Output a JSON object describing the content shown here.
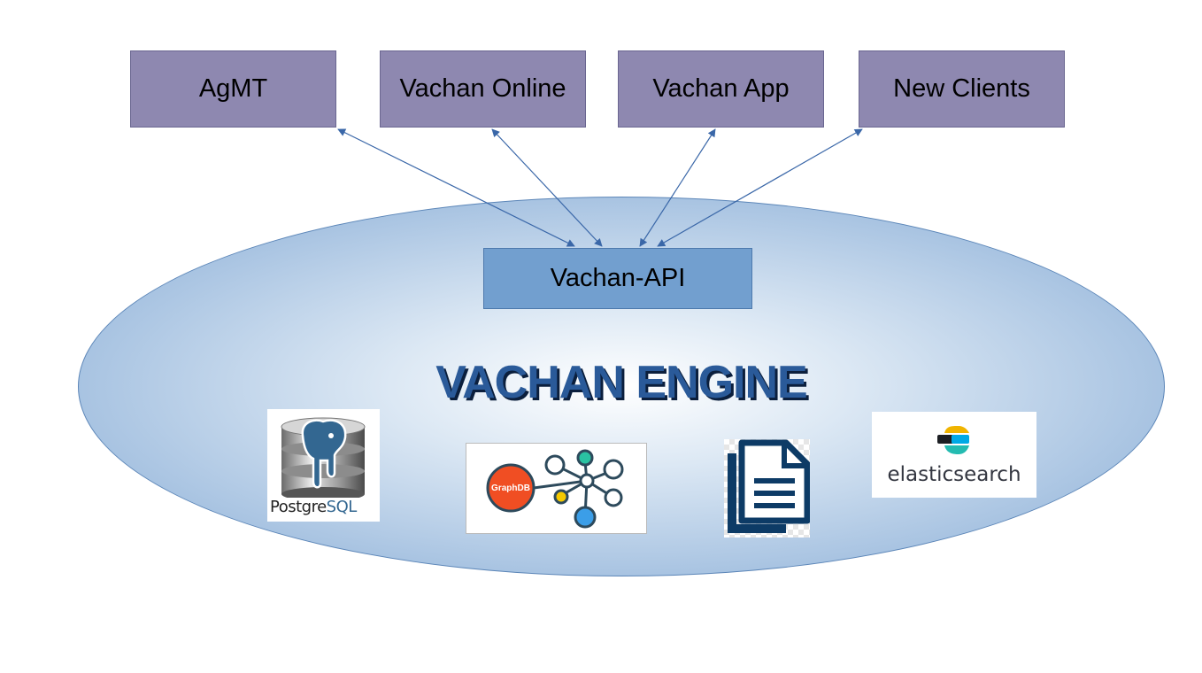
{
  "clients": [
    {
      "label": "AgMT"
    },
    {
      "label": "Vachan Online"
    },
    {
      "label": "Vachan App"
    },
    {
      "label": "New Clients"
    }
  ],
  "api": {
    "label": "Vachan-API"
  },
  "engine": {
    "title": "VACHAN ENGINE"
  },
  "logos": {
    "postgres": {
      "word_a": "Postgre",
      "word_b": "SQL"
    },
    "graphdb": {
      "label": "GraphDB"
    },
    "document": {
      "icon": "document-copy-icon"
    },
    "elasticsearch": {
      "label": "elasticsearch"
    }
  },
  "colors": {
    "client_fill": "#8e88b0",
    "api_fill": "#729fcf",
    "arrow": "#3a67a8",
    "title": "#2a5a99"
  }
}
